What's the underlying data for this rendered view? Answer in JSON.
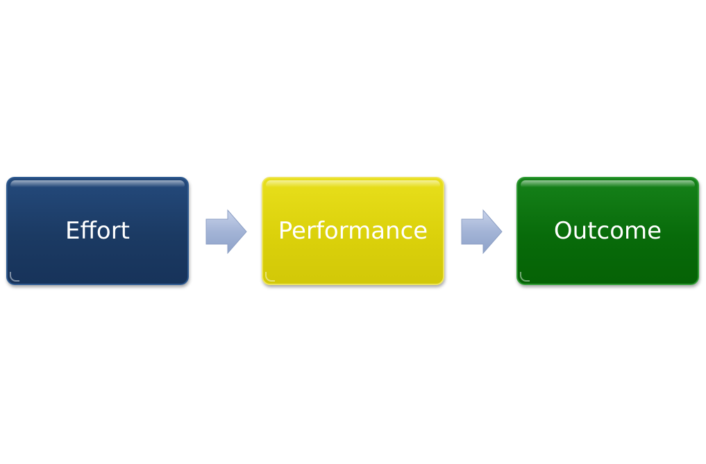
{
  "diagram": {
    "steps": [
      {
        "label": "Effort",
        "color": "#1b3a63"
      },
      {
        "label": "Performance",
        "color": "#dbd10b"
      },
      {
        "label": "Outcome",
        "color": "#086b0a"
      }
    ],
    "connector": {
      "icon": "right-arrow-icon",
      "color": "#a3b4d6"
    }
  }
}
